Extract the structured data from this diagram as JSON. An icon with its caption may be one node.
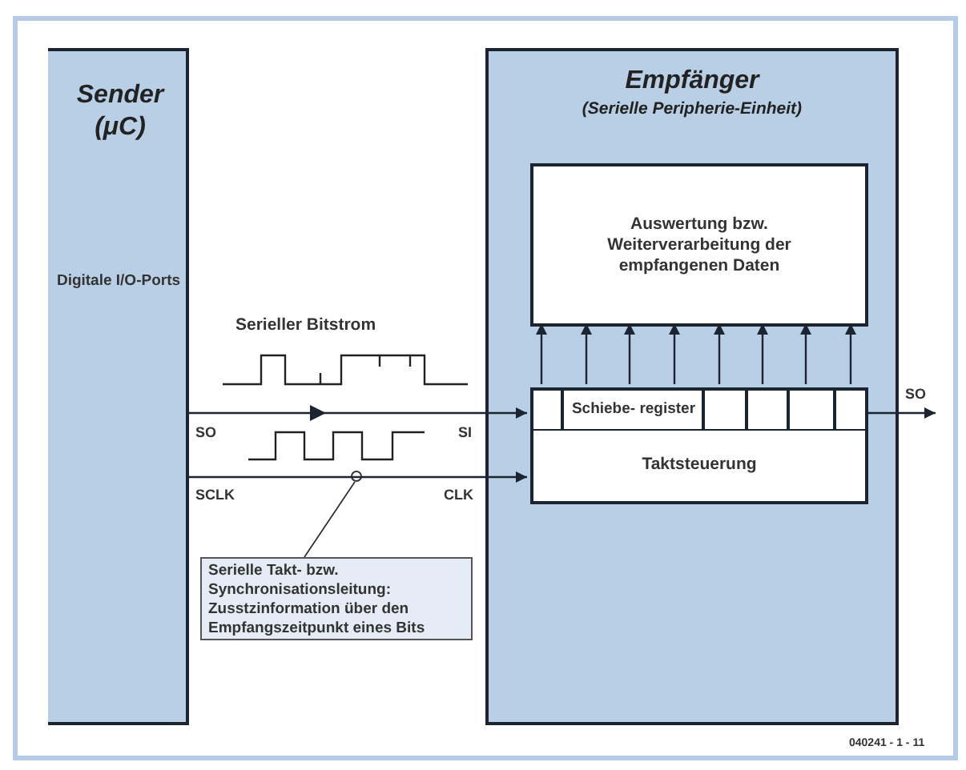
{
  "diagram": {
    "nodes": [
      {
        "text": [
          "Sender (μC)",
          "Digitale I/O-Ports"
        ]
      },
      {
        "text": [
          "Empfänger",
          "(Serielle Peripherie-Einheit)"
        ]
      },
      {
        "text": [
          "Auswertung bzw. Weiterverarbeitung der empfangenen Daten"
        ],
        "in": 1
      },
      {
        "text": [
          "Schiebe- register"
        ],
        "in": 1
      },
      {
        "text": [
          "Taktsteuerung"
        ],
        "in": 1
      },
      {
        "text": [
          "Serielle Takt- bzw. Synchronisationsleitung: Zusstzinformation über den Empfangszeitpunkt eines Bits"
        ]
      },
      {
        "text": [],
        "shape": "circle"
      },
      {
        "text": [
          "SO"
        ]
      }
    ],
    "edges": [
      {
        "from": 0,
        "to": 3,
        "arrow": "to"
      },
      {
        "from": 0,
        "to": 4,
        "arrow": "to"
      },
      {
        "from": 3,
        "to": 2,
        "arrow": "to"
      },
      {
        "from": 3,
        "to": 2,
        "arrow": "to"
      },
      {
        "from": 3,
        "to": 2,
        "arrow": "to"
      },
      {
        "from": 3,
        "to": 2,
        "arrow": "to"
      },
      {
        "from": 3,
        "to": 2,
        "arrow": "to"
      },
      {
        "from": 3,
        "to": 2,
        "arrow": "to"
      },
      {
        "from": 3,
        "to": 2,
        "arrow": "to"
      },
      {
        "from": 3,
        "to": 2,
        "arrow": "to"
      },
      {
        "from": 3,
        "to": 7,
        "arrow": "to"
      },
      {
        "from": 5,
        "to": 6,
        "arrow": "none"
      }
    ],
    "labels": [
      "Serieller Bitstrom",
      "SO",
      "SI",
      "SCLK",
      "CLK",
      "040241 - 1 - 11"
    ]
  }
}
